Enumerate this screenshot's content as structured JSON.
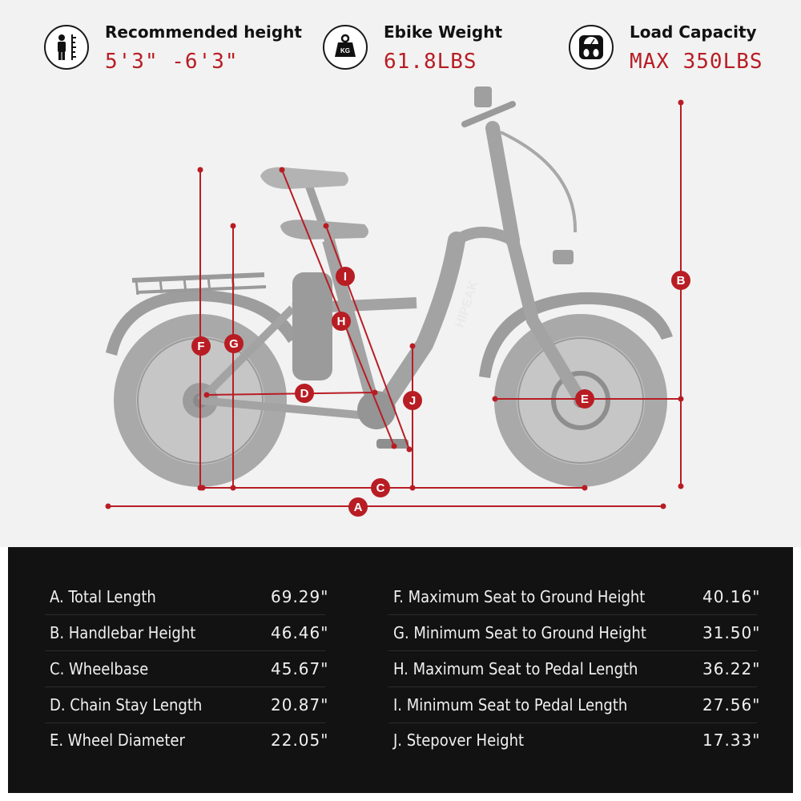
{
  "stats": [
    {
      "label": "Recommended height",
      "value": "5'3\" -6'3\"",
      "icon": "person-height-icon"
    },
    {
      "label": "Ebike Weight",
      "value": "61.8LBS",
      "icon": "kg-weight-icon"
    },
    {
      "label": "Load Capacity",
      "value": "MAX 350LBS",
      "icon": "scale-icon"
    }
  ],
  "brand": "HIPEAK",
  "markers": [
    "A",
    "B",
    "C",
    "D",
    "E",
    "F",
    "G",
    "H",
    "I",
    "J"
  ],
  "colors": {
    "accent": "#b81d24",
    "bike": "#a6a6a6",
    "panel": "#121212"
  },
  "specs_left": [
    {
      "name": "A. Total Length",
      "value": "69.29\""
    },
    {
      "name": "B. Handlebar Height",
      "value": "46.46\""
    },
    {
      "name": "C. Wheelbase",
      "value": "45.67\""
    },
    {
      "name": "D. Chain Stay Length",
      "value": "20.87\""
    },
    {
      "name": "E.  Wheel Diameter",
      "value": "22.05\""
    }
  ],
  "specs_right": [
    {
      "name": "F. Maximum Seat to Ground Height",
      "value": "40.16\""
    },
    {
      "name": "G. Minimum Seat to Ground Height",
      "value": "31.50\""
    },
    {
      "name": "H. Maximum Seat to Pedal Length",
      "value": "36.22\""
    },
    {
      "name": "I. Minimum Seat to Pedal Length",
      "value": "27.56\""
    },
    {
      "name": "J. Stepover Height",
      "value": "17.33\""
    }
  ]
}
